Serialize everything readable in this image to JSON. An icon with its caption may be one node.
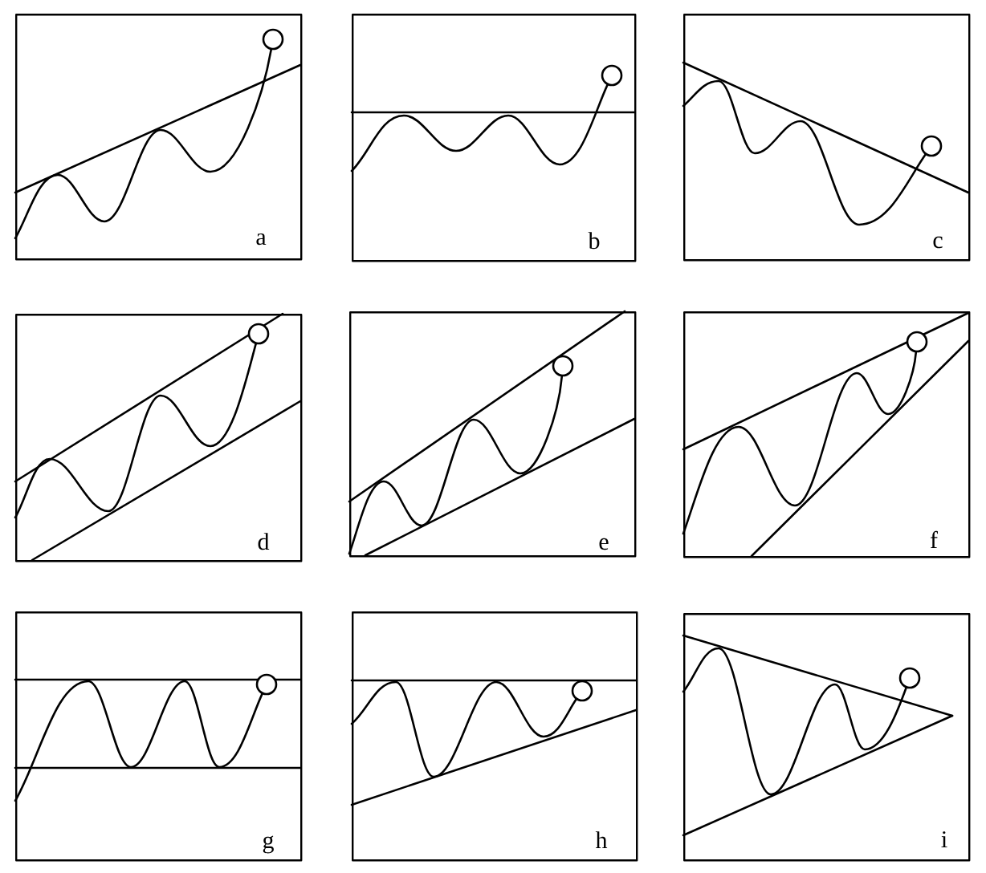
{
  "diagram": {
    "nodes": [
      {
        "text": [
          "a"
        ]
      },
      {
        "text": [
          "b"
        ]
      },
      {
        "text": [
          "c"
        ]
      },
      {
        "text": [
          "d"
        ]
      },
      {
        "text": [
          "e"
        ]
      },
      {
        "text": [
          "f"
        ]
      },
      {
        "text": [
          "g"
        ]
      },
      {
        "text": [
          "h"
        ]
      },
      {
        "text": [
          "i"
        ]
      }
    ]
  }
}
